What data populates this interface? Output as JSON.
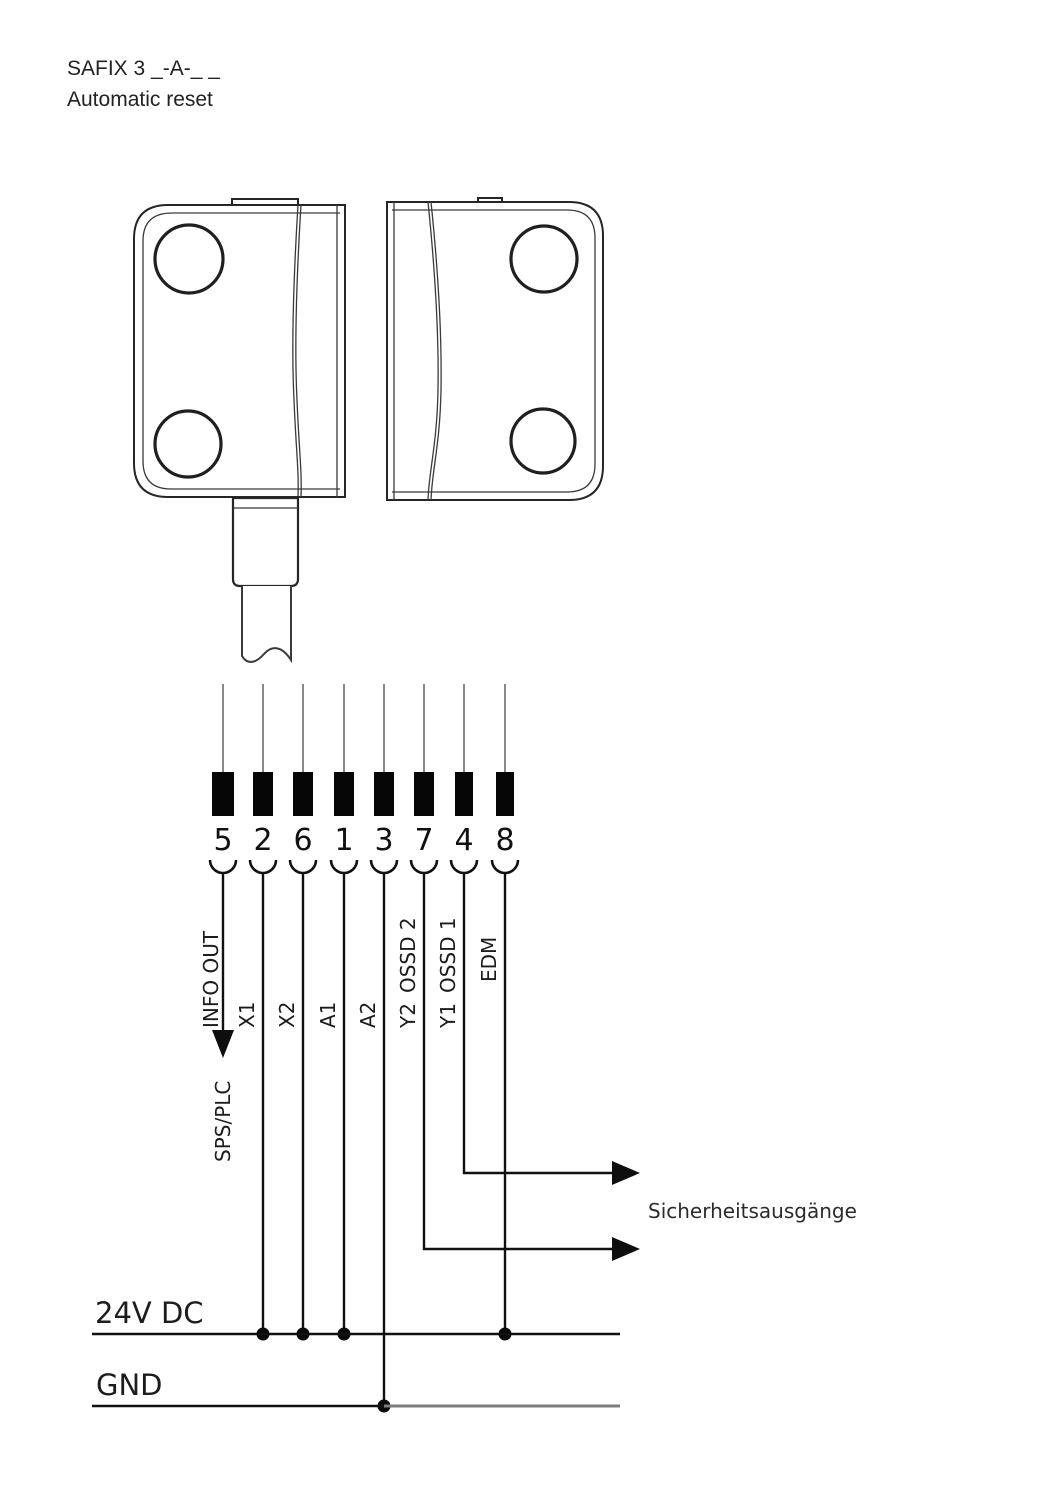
{
  "header": {
    "model": "SAFIX 3 _-A-_ _",
    "mode": "Automatic reset"
  },
  "wires": [
    {
      "terminal": "5",
      "label": "INFO OUT"
    },
    {
      "terminal": "2",
      "label": "X1"
    },
    {
      "terminal": "6",
      "label": "X2"
    },
    {
      "terminal": "1",
      "label": "A1"
    },
    {
      "terminal": "3",
      "label": "A2"
    },
    {
      "terminal": "7",
      "label": "Y2",
      "label2": "OSSD 2"
    },
    {
      "terminal": "4",
      "label": "Y1",
      "label2": "OSSD 1"
    },
    {
      "terminal": "8",
      "label": "EDM"
    }
  ],
  "labels": {
    "plc": "SPS/PLC",
    "safety_outputs": "Sicherheitsausgänge",
    "rail_24v": "24V DC",
    "rail_gnd": "GND"
  },
  "colors": {
    "line": "#111111",
    "gnd_secondary": "#7d7d7d"
  }
}
